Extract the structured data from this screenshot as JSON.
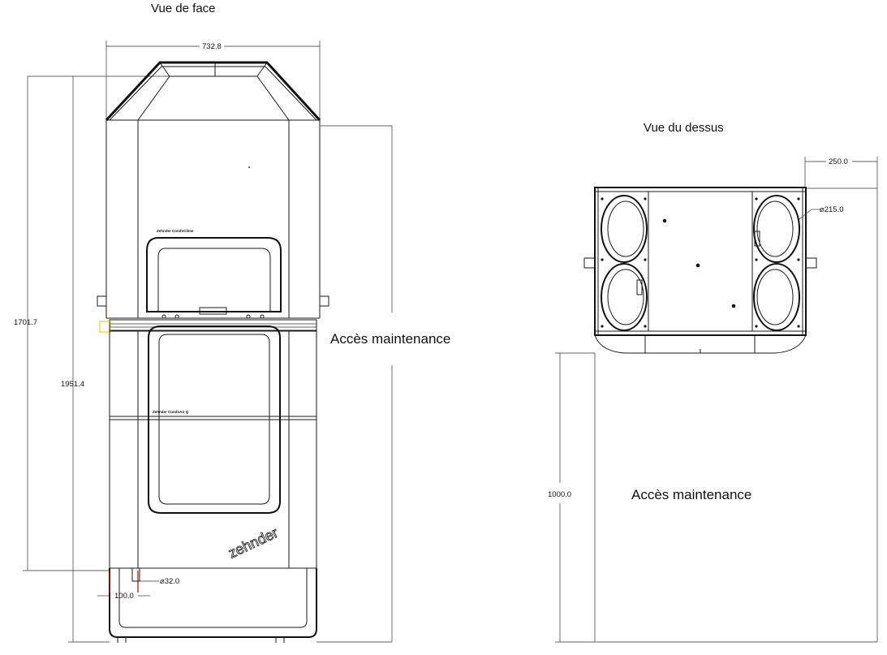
{
  "front_view": {
    "title": "Vue de face",
    "dim_width": "732.8",
    "dim_height_lower": "1701.7",
    "dim_height_total": "1951.4",
    "dim_offset": "100.0",
    "dim_pipe": "⌀32.0",
    "maintenance_label": "Accès maintenance",
    "label_upper_unit": "Zehnder ComfoClime",
    "label_lower_unit": "Zehnder ComfoAir Q",
    "brand_logo": "zehnder"
  },
  "top_view": {
    "title": "Vue du dessus",
    "dim_clearance_side": "250.0",
    "dim_duct": "⌀215.0",
    "dim_clearance_front": "1000.0",
    "maintenance_label": "Accès maintenance"
  },
  "colors": {
    "line": "#1a1a1a",
    "accent_red": "#cc0000",
    "accent_yellow": "#e8c400"
  }
}
